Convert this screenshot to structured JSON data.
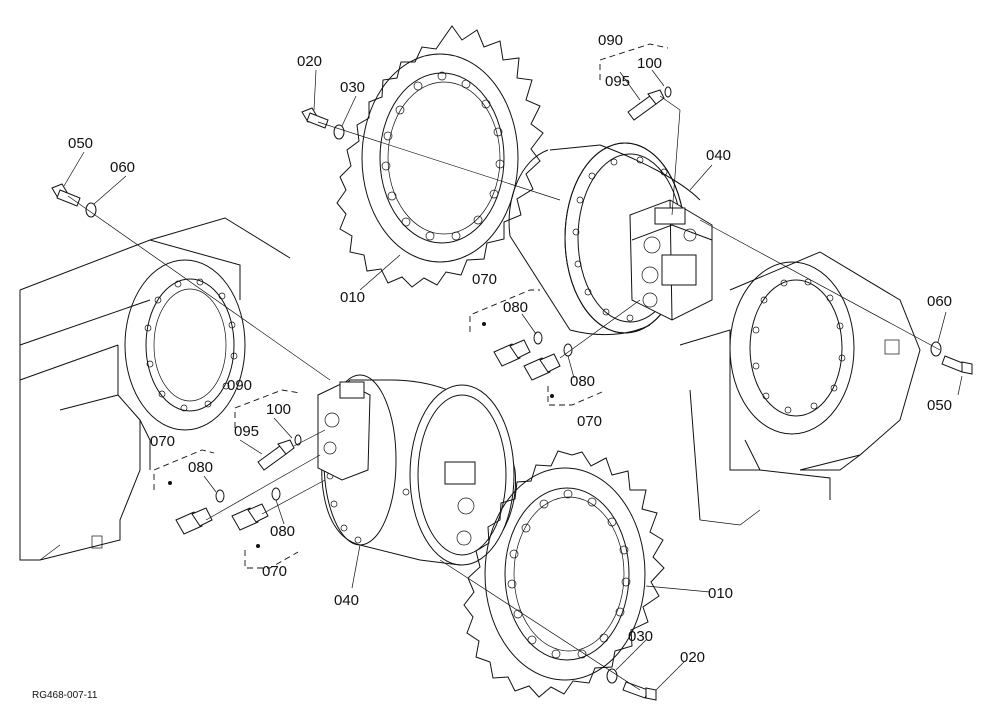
{
  "diagram": {
    "code": "RG468-007-11",
    "labels": {
      "l010a": "010",
      "l010b": "010",
      "l020a": "020",
      "l020b": "020",
      "l030a": "030",
      "l030b": "030",
      "l040a": "040",
      "l040b": "040",
      "l050a": "050",
      "l050b": "050",
      "l060a": "060",
      "l060b": "060",
      "l070a": "070",
      "l070b": "070",
      "l070c": "070",
      "l070d": "070",
      "l080a": "080",
      "l080b": "080",
      "l080c": "080",
      "l080d": "080",
      "l090a": "090",
      "l090b": "090",
      "l095a": "095",
      "l095b": "095",
      "l100a": "100",
      "l100b": "100"
    }
  }
}
